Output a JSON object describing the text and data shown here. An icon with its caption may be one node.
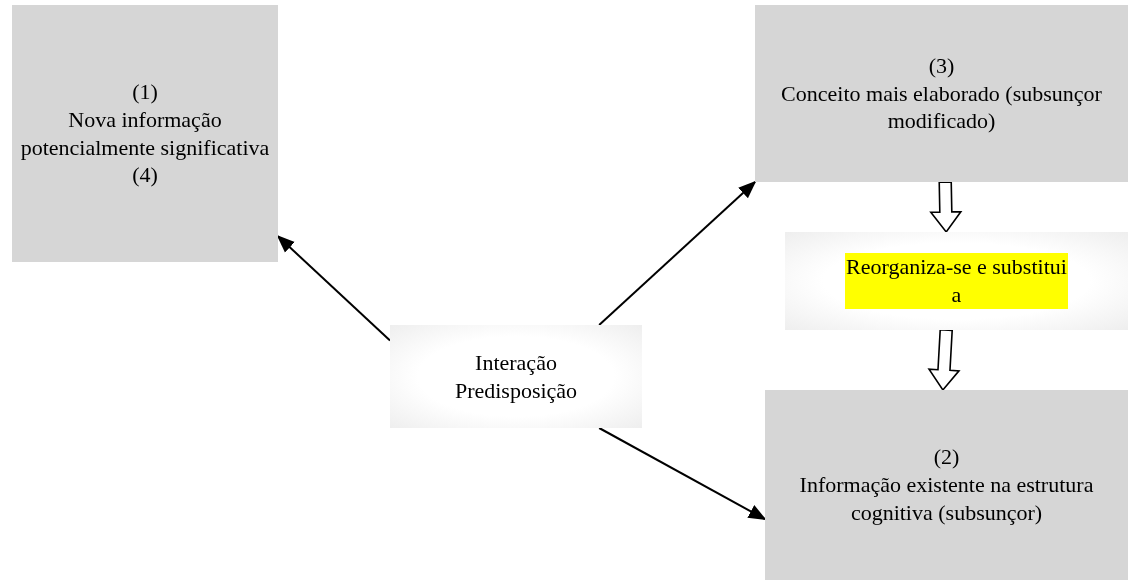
{
  "diagram": {
    "nodes": [
      {
        "text": [
          "(1)",
          "Nova informação potencialmente significativa",
          "(4)"
        ]
      },
      {
        "text": [
          "(3)",
          "Conceito mais elaborado (subsunçor modificado)"
        ]
      },
      {
        "text": [
          "Reorganiza-se e substitui a"
        ]
      },
      {
        "text": [
          "Interação",
          "Predisposição"
        ]
      },
      {
        "text": [
          "(2)",
          "Informação existente na estrutura cognitiva (subsunçor)"
        ]
      }
    ],
    "edges": [
      {
        "from": 3,
        "to": 0,
        "arrow": "to"
      },
      {
        "from": 3,
        "to": 1,
        "arrow": "to"
      },
      {
        "from": 3,
        "to": 4,
        "arrow": "to"
      },
      {
        "from": 1,
        "to": 2,
        "arrow": "to",
        "style": "thick"
      },
      {
        "from": 2,
        "to": 4,
        "arrow": "to",
        "style": "thick"
      }
    ]
  }
}
